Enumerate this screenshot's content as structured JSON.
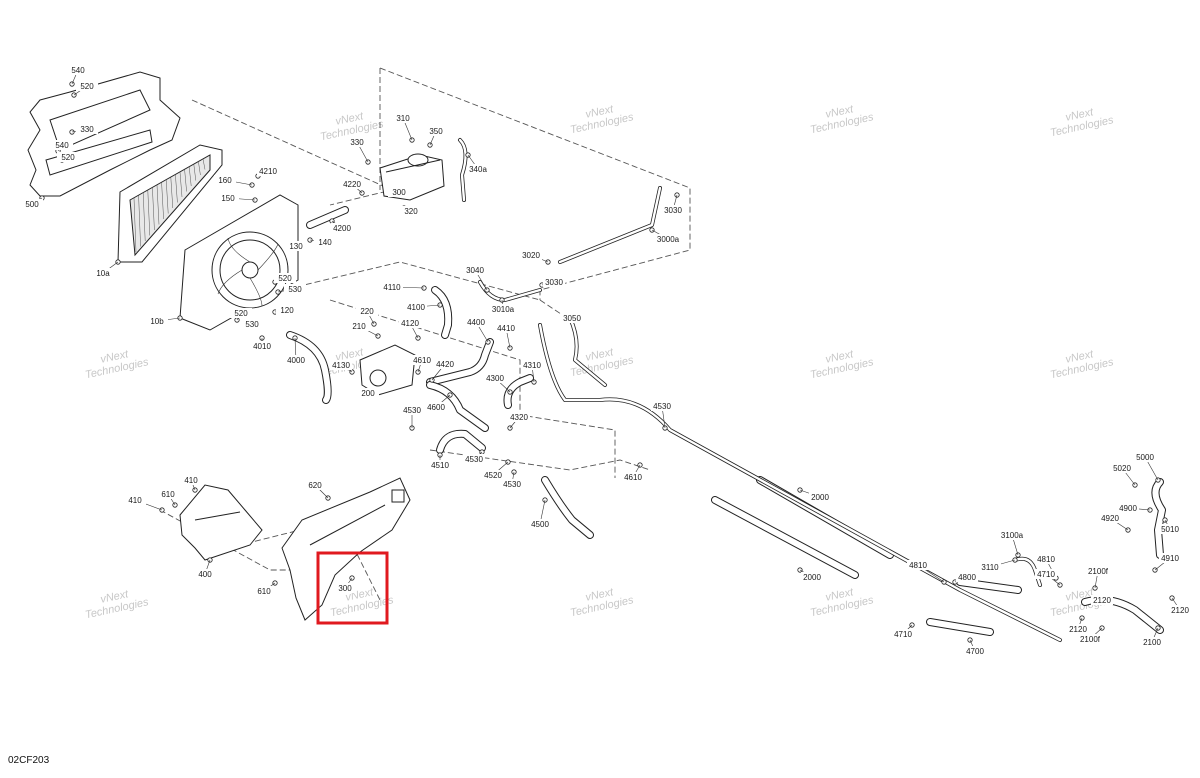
{
  "diagram": {
    "code": "02CF203",
    "highlight_color": "#e0191f",
    "watermark": [
      "vNext",
      "Technologies"
    ],
    "labels": [
      "540",
      "520",
      "330",
      "540",
      "520",
      "500",
      "10a",
      "10b",
      "4210",
      "160",
      "150",
      "130",
      "140",
      "520",
      "530",
      "520",
      "530",
      "120",
      "4010",
      "4000",
      "330",
      "310",
      "350",
      "340a",
      "4220",
      "300",
      "320",
      "4200",
      "3030",
      "3000a",
      "3020",
      "3030",
      "3040",
      "3010a",
      "3050",
      "4110",
      "4100",
      "220",
      "210",
      "4120",
      "4400",
      "4410",
      "4610",
      "4420",
      "4600",
      "200",
      "4130",
      "4300",
      "4310",
      "4320",
      "4530",
      "4510",
      "4530",
      "4520",
      "4530",
      "4500",
      "4530",
      "4610",
      "2000",
      "2000",
      "4810",
      "4800",
      "3110",
      "3100a",
      "4810",
      "4710",
      "2100f",
      "2120",
      "2120",
      "2100f",
      "2100",
      "4710",
      "4700",
      "5000",
      "5020",
      "4900",
      "4920",
      "5010",
      "4910",
      "2120",
      "620",
      "410",
      "610",
      "410",
      "400",
      "610",
      "300"
    ]
  }
}
